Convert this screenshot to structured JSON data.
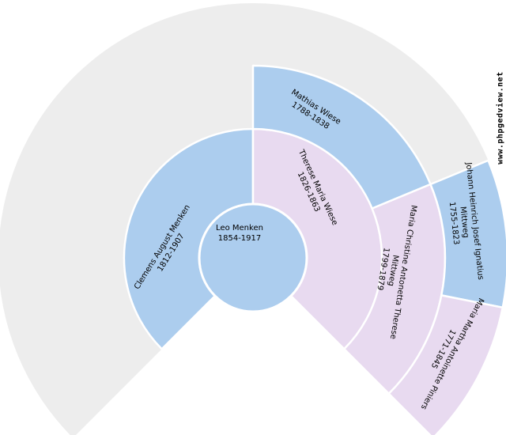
{
  "watermark": "www.phpgedview.net",
  "colors": {
    "male": "#accdee",
    "female": "#e8daf0",
    "empty": "#ededed",
    "divider": "#ffffff",
    "canvas": "#ffffff",
    "text": "#000000"
  },
  "chart": {
    "type": "genealogy-fan-chart",
    "fan_degrees": 270,
    "generations_shown": 4,
    "root_person": {
      "name": "Leo Menken",
      "dates": "1854-1917",
      "sex": "M"
    },
    "ancestors": [
      {
        "generation": 2,
        "slot": "father",
        "name": "Clemens August Menken",
        "dates": "1812-1907",
        "sex": "M"
      },
      {
        "generation": 2,
        "slot": "mother",
        "name": "Therese Maria Wiese",
        "dates": "1826-1863",
        "sex": "F"
      },
      {
        "generation": 3,
        "slot": "maternal-grandfather",
        "name": "Mathias Wiese",
        "dates": "1788-1838",
        "sex": "M"
      },
      {
        "generation": 3,
        "slot": "maternal-grandmother",
        "name": "Maria Christine Antonetta Therese Mittweg",
        "dates": "1799-1879",
        "sex": "F"
      },
      {
        "generation": 4,
        "slot": "maternal-grandmother-father",
        "name": "Johann Heinrich Josef Ignatius Mittweg",
        "dates": "1755-1823",
        "sex": "M"
      },
      {
        "generation": 4,
        "slot": "maternal-grandmother-mother",
        "name": "Maria Martha Antoinette Piniers",
        "dates": "1771-1845",
        "sex": "F"
      }
    ],
    "empty_sectors": {
      "generation_3": 2,
      "generation_4": 6
    }
  },
  "labels": {
    "leo": {
      "line1": "Leo Menken",
      "line2": "1854-1917"
    },
    "clemens": {
      "line1": "Clemens August Menken",
      "line2": "1812-1907"
    },
    "therese": {
      "line1": "Therese Maria Wiese",
      "line2": "1826-1863"
    },
    "mathias": {
      "line1": "Mathias Wiese",
      "line2": "1788-1838"
    },
    "maria_christine": {
      "line1": "Maria Christine Antonetta Therese",
      "line2": "Mittweg",
      "line3": "1799-1879"
    },
    "johann": {
      "line1": "Johann Heinrich Josef Ignatius",
      "line2": "Mittweg",
      "line3": "1755-1823"
    },
    "maria_martha": {
      "line1": "Maria Martha Antoinette Piniers",
      "line2": "1771-1845"
    }
  }
}
